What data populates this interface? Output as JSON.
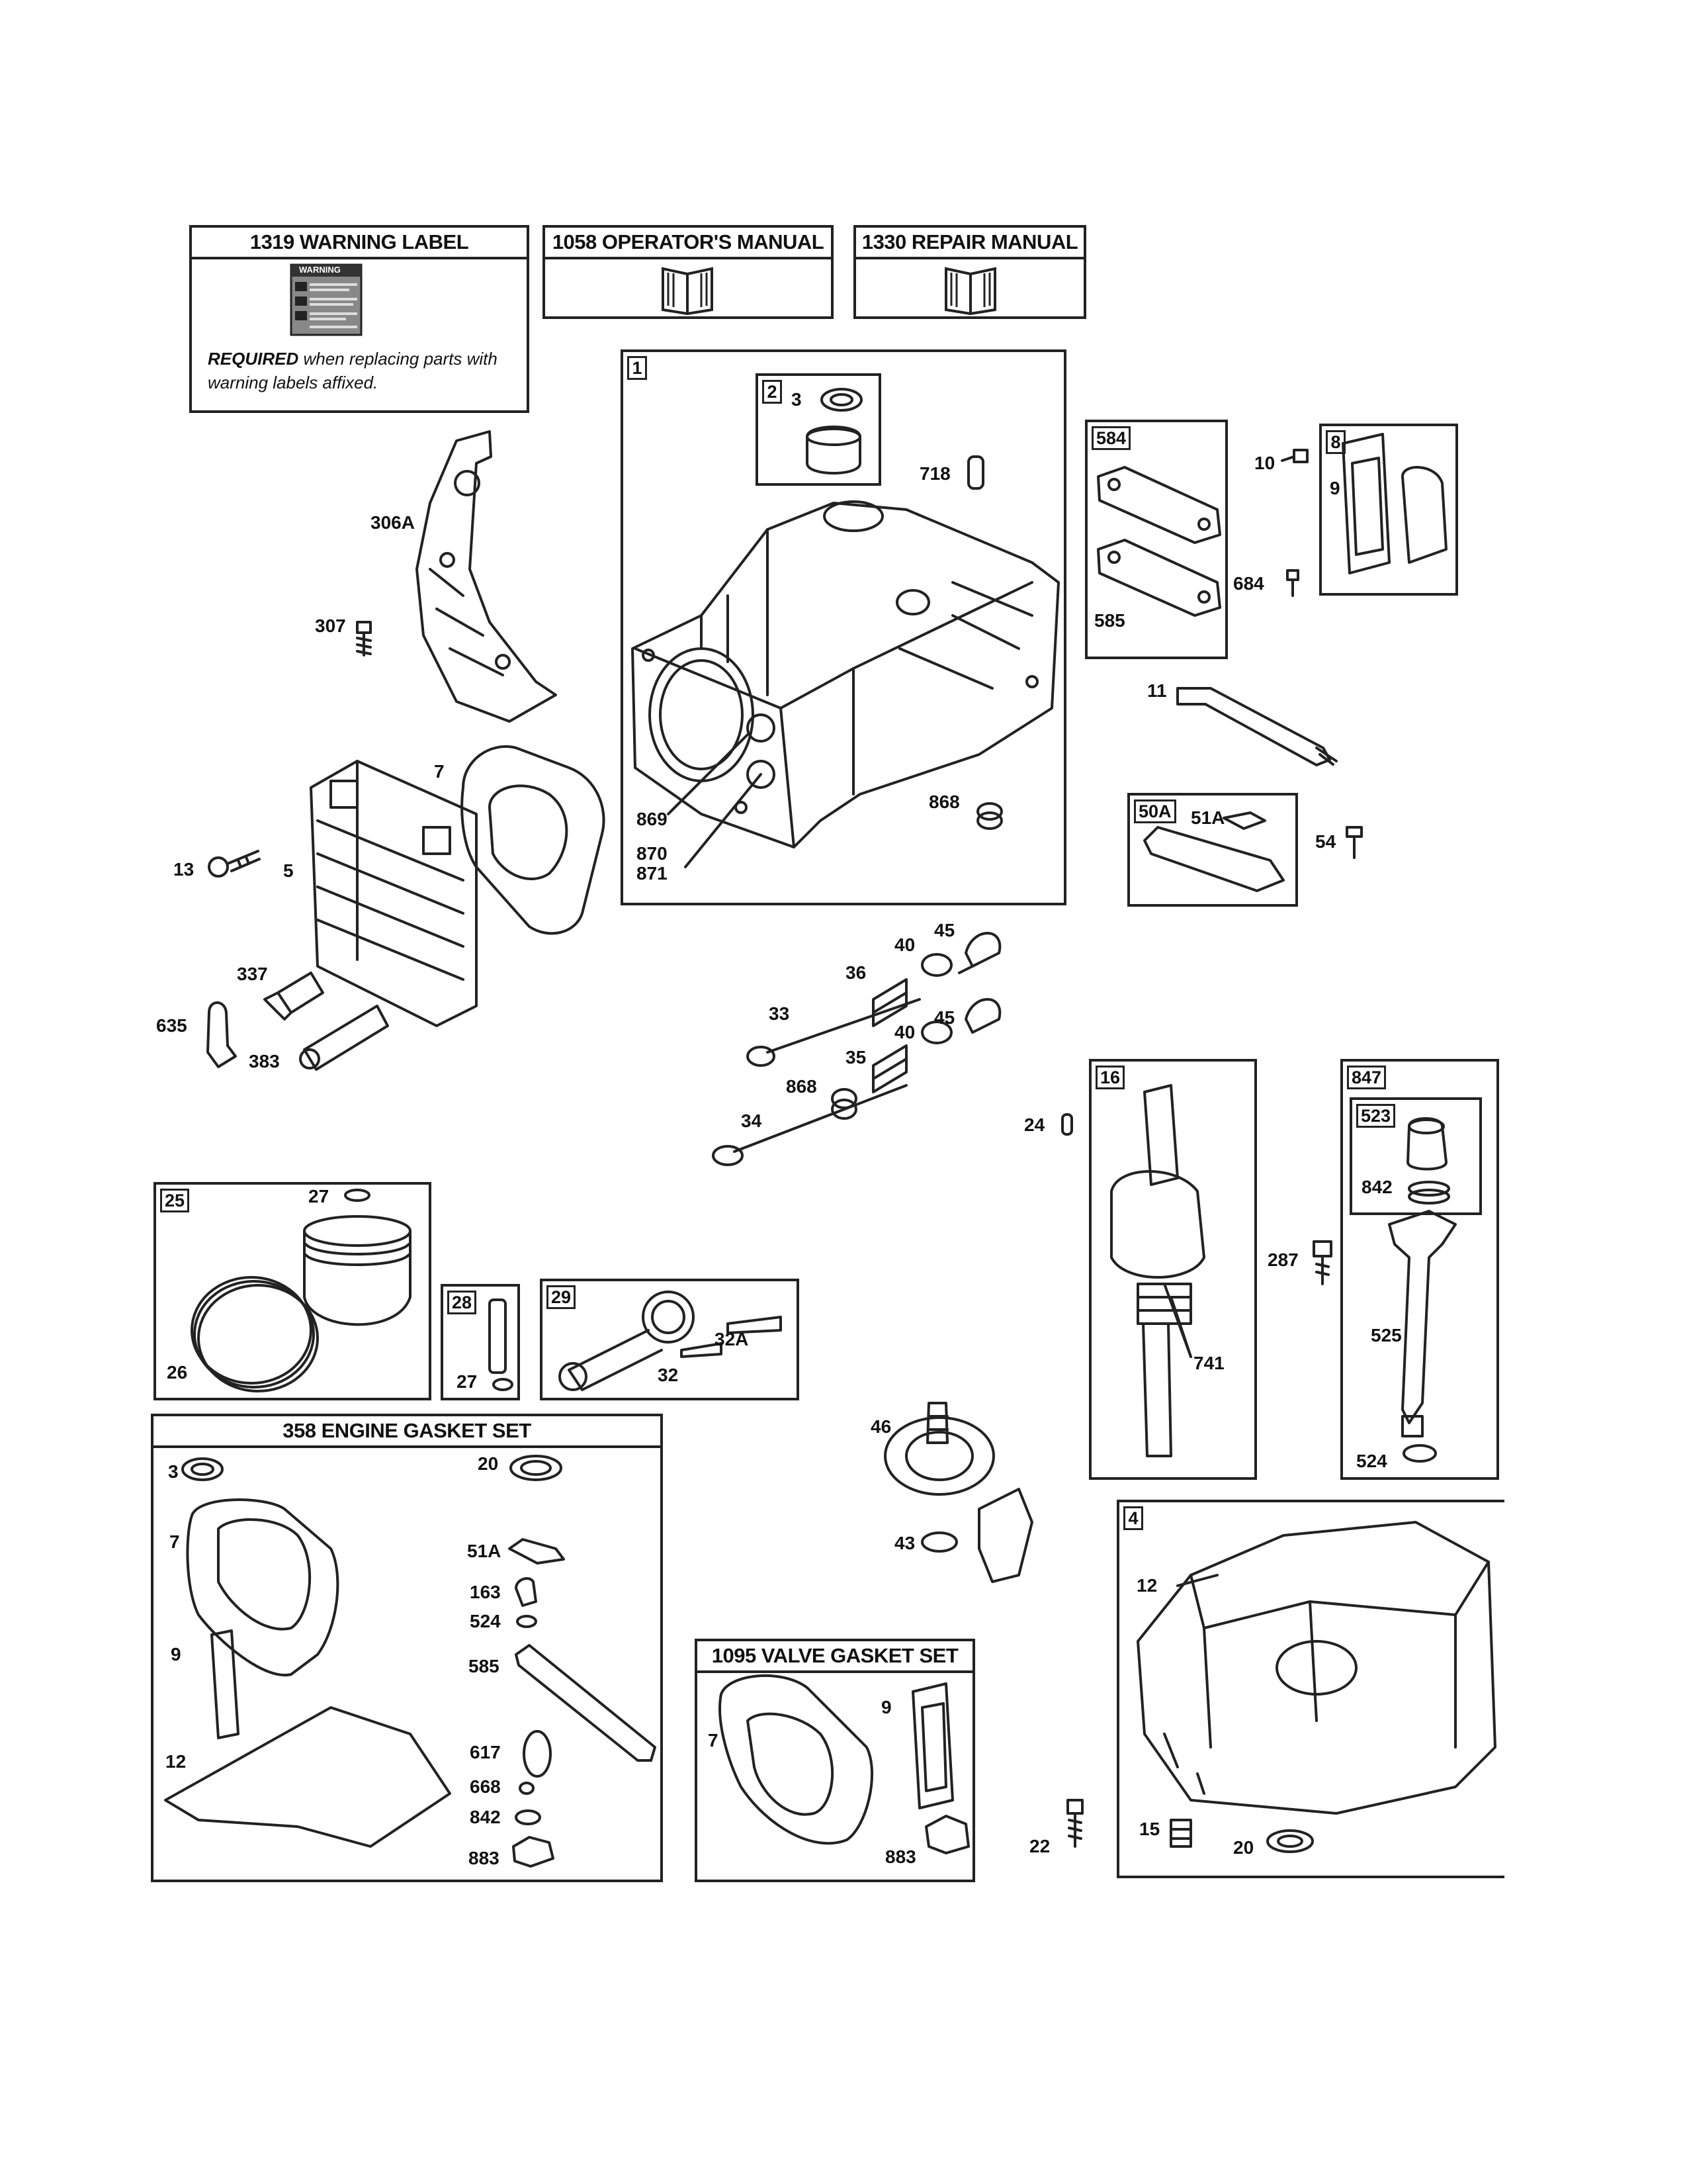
{
  "header_boxes": {
    "warning_label": "1319 WARNING LABEL",
    "warning_required_bold": "REQUIRED",
    "warning_required_rest": " when replacing parts with warning labels affixed.",
    "warning_sticker_text": "WARNING",
    "operators_manual": "1058 OPERATOR'S MANUAL",
    "repair_manual": "1330 REPAIR MANUAL"
  },
  "boxes": {
    "box_1": "1",
    "box_2": "2",
    "box_584": "584",
    "box_8": "8",
    "box_50a": "50A",
    "box_16": "16",
    "box_847": "847",
    "box_523": "523",
    "box_25": "25",
    "box_28": "28",
    "box_29": "29",
    "box_4": "4",
    "engine_gasket_set": "358 ENGINE GASKET SET",
    "valve_gasket_set": "1095 VALVE GASKET SET"
  },
  "part_numbers": {
    "p306a": "306A",
    "p307": "307",
    "p7_head": "7",
    "p13": "13",
    "p5": "5",
    "p337": "337",
    "p635": "635",
    "p383": "383",
    "p3_box2": "3",
    "p718": "718",
    "p869": "869",
    "p870": "870",
    "p871": "871",
    "p868_block": "868",
    "p10": "10",
    "p9_box8": "9",
    "p684": "684",
    "p585_box584": "585",
    "p11": "11",
    "p51a_box50a": "51A",
    "p54": "54",
    "p40a": "40",
    "p45a": "45",
    "p36": "36",
    "p33": "33",
    "p40b": "40",
    "p45b": "45",
    "p35": "35",
    "p868_valve": "868",
    "p34": "34",
    "p24": "24",
    "p741": "741",
    "p287": "287",
    "p842_box523": "842",
    "p525": "525",
    "p524_box847": "524",
    "p27_box25": "27",
    "p26": "26",
    "p27_box28": "27",
    "p32a": "32A",
    "p32": "32",
    "p3_gasket": "3",
    "p20_gasket": "20",
    "p7_gasket": "7",
    "p51a_gasket": "51A",
    "p163": "163",
    "p524_gasket": "524",
    "p9_gasket": "9",
    "p585_gasket": "585",
    "p12_gasket": "12",
    "p617": "617",
    "p668": "668",
    "p842_gasket": "842",
    "p883_gasket": "883",
    "p46": "46",
    "p43": "43",
    "p7_valve": "7",
    "p9_valve": "9",
    "p883_valve": "883",
    "p22": "22",
    "p12_sump": "12",
    "p15": "15",
    "p20_sump": "20"
  },
  "icons": [
    "book-icon",
    "warning-sticker-icon"
  ]
}
